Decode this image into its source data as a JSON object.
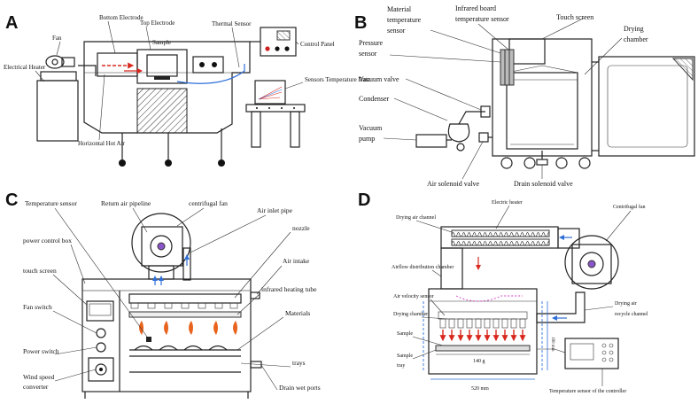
{
  "panels": {
    "A": {
      "letter": "A",
      "labels": {
        "fan": "Fan",
        "electrical_heater": "Electrical Heater",
        "bottom_electrode": "Bottom Electrode",
        "top_electrode": "Top Electrode",
        "sample": "Sample",
        "thermal_sensor": "Thermal Sensor",
        "control_panel": "Control Panel",
        "sensors_temperature_data": "Sensors Temperature Data",
        "horizontal_hot_air": "Horizontal Hot Air"
      }
    },
    "B": {
      "letter": "B",
      "labels": {
        "material_temperature_sensor": "Material temperature sensor",
        "infrared_board_temperature_sensor": "Infrared board temperature sensor",
        "touch_screen": "Touch screen",
        "drying_chamber": "Drying chamber",
        "pressure_sensor": "Pressure sensor",
        "vacuum_valve": "Vacuum valve",
        "condenser": "Condenser",
        "vacuum_pump": "Vacuum pump",
        "air_solenoid_valve": "Air solenoid valve",
        "drain_solenoid_valve": "Drain solenoid valve"
      }
    },
    "C": {
      "letter": "C",
      "labels": {
        "temperature_sensor": "Temperature sensor",
        "return_air_pipeline": "Return air pipeline",
        "centrifugal_fan": "centrifugal fan",
        "air_inlet_pipe": "Air inlet pipe",
        "power_control_box": "power control box",
        "nozzle": "nozzle",
        "touch_screen": "touch screen",
        "air_intake": "Air intake",
        "infrared_heating_tube": "infrared heating tube",
        "fan_switch": "Fan switch",
        "materials": "Materials",
        "power_switch": "Power switch",
        "trays": "trays",
        "wind_speed_converter": "Wind speed converter",
        "drain_wet_ports": "Drain wet ports"
      }
    },
    "D": {
      "letter": "D",
      "labels": {
        "drying_air_channel": "Drying air channel",
        "electric_heater": "Electric heater",
        "centrifugal_fan": "Centrifugal fan",
        "airflow_distribution_chamber": "Airflow distribution chamber",
        "air_velocity_sensor": "Air velocity sensor",
        "drying_chamber": "Drying chamber",
        "drying_air_recycle_channel": "Drying air recycle channel",
        "sample": "Sample",
        "sample_tray": "Sample tray",
        "dim_height": "180 mm",
        "dim_140": "140 g",
        "dim_width": "520 mm",
        "temperature_sensor_of_controller": "Temperature sensor of the controller"
      }
    }
  },
  "colors": {
    "line": "#222222",
    "air_blue": "#2e6fd8",
    "hot_red": "#d8281e",
    "flame_orange": "#e8641e",
    "recycle_pink": "#d040c0",
    "control_red": "#cc2020"
  }
}
